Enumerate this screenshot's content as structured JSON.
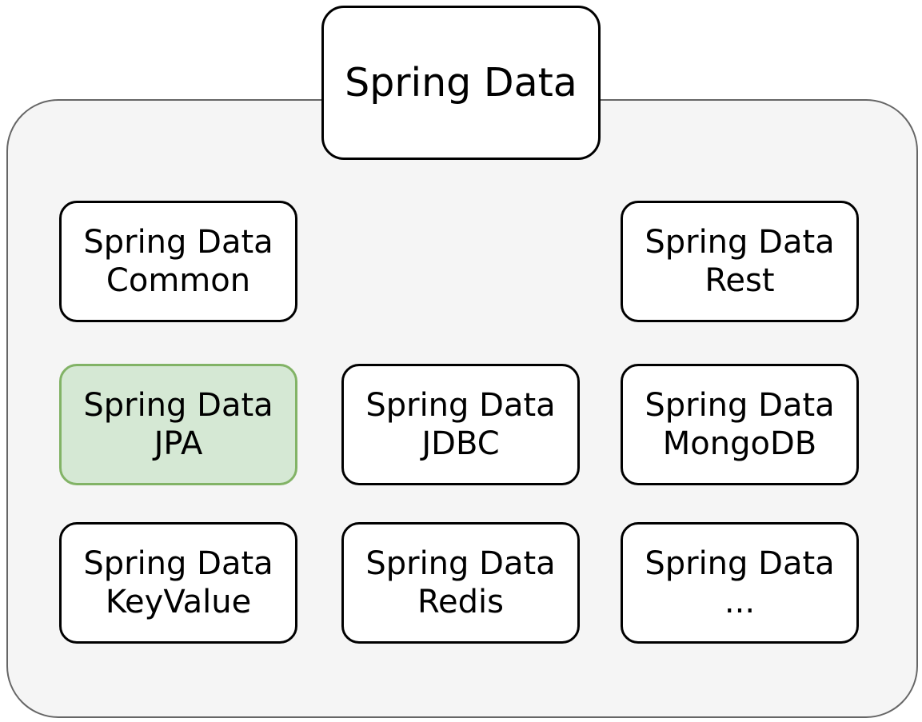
{
  "colors": {
    "page_bg": "#ffffff",
    "container_fill": "#f5f5f5",
    "container_stroke": "#666666",
    "node_fill": "#ffffff",
    "node_stroke": "#000000",
    "highlight_fill": "#d5e8d4",
    "highlight_stroke": "#82b366",
    "text": "#000000"
  },
  "diagram": {
    "title": {
      "label": "Spring Data"
    },
    "nodes": [
      {
        "id": "common",
        "line1": "Spring Data",
        "line2": "Common",
        "highlighted": false
      },
      {
        "id": "rest",
        "line1": "Spring Data",
        "line2": "Rest",
        "highlighted": false
      },
      {
        "id": "jpa",
        "line1": "Spring Data",
        "line2": "JPA",
        "highlighted": true
      },
      {
        "id": "jdbc",
        "line1": "Spring Data",
        "line2": "JDBC",
        "highlighted": false
      },
      {
        "id": "mongodb",
        "line1": "Spring Data",
        "line2": "MongoDB",
        "highlighted": false
      },
      {
        "id": "keyvalue",
        "line1": "Spring Data",
        "line2": "KeyValue",
        "highlighted": false
      },
      {
        "id": "redis",
        "line1": "Spring Data",
        "line2": "Redis",
        "highlighted": false
      },
      {
        "id": "others",
        "line1": "Spring Data",
        "line2": "...",
        "highlighted": false
      }
    ]
  }
}
